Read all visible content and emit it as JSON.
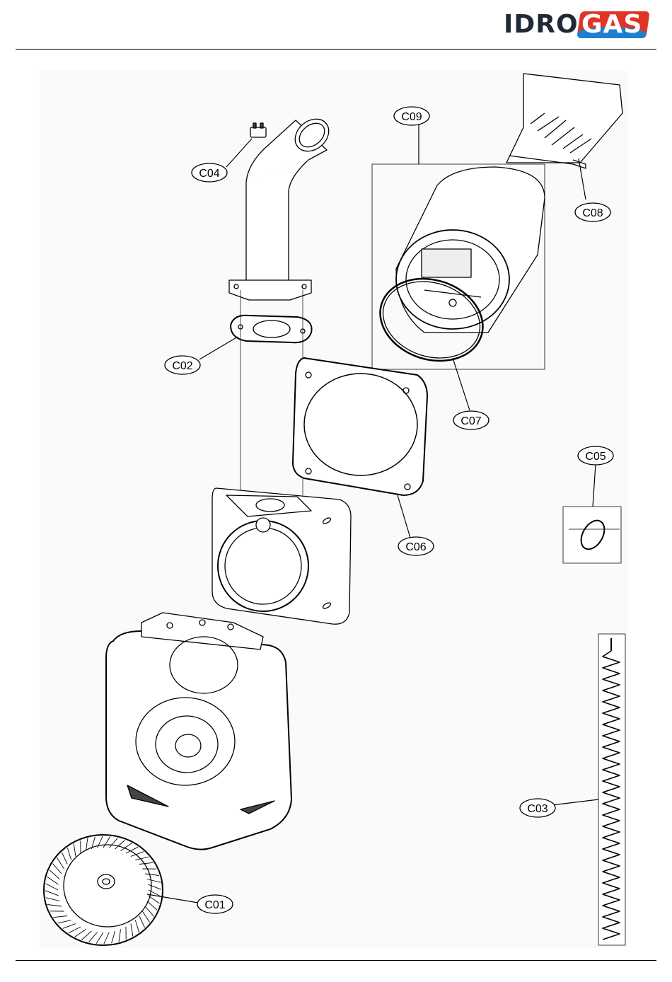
{
  "header": {
    "logo_part1": "IDRO",
    "logo_part2": "GAS",
    "colors": {
      "dark": "#1f2a36",
      "red": "#e03426",
      "blue": "#1e7fcf"
    }
  },
  "parts": [
    {
      "code": "C01"
    },
    {
      "code": "C02"
    },
    {
      "code": "C03"
    },
    {
      "code": "C04"
    },
    {
      "code": "C05"
    },
    {
      "code": "C06"
    },
    {
      "code": "C07"
    },
    {
      "code": "C08"
    },
    {
      "code": "C09"
    }
  ]
}
